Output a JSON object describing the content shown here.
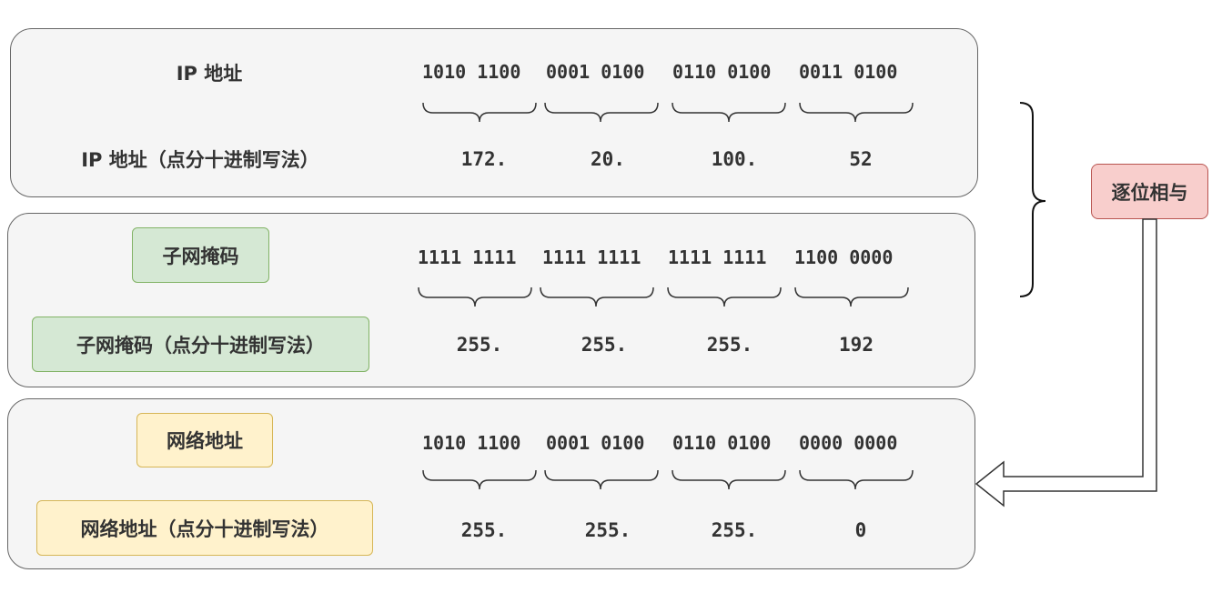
{
  "rows": [
    {
      "label": "IP 地址",
      "decimal_label": "IP 地址（点分十进制写法）",
      "bits": [
        "1010 1100",
        "0001 0100",
        "0110 0100",
        "0011 0100"
      ],
      "decimals": [
        "172.",
        "20.",
        "100.",
        "52"
      ]
    },
    {
      "label": "子网掩码",
      "decimal_label": "子网掩码（点分十进制写法）",
      "bits": [
        "1111 1111",
        "1111 1111",
        "1111 1111",
        "1100 0000"
      ],
      "decimals": [
        "255.",
        "255.",
        "255.",
        "192"
      ]
    },
    {
      "label": "网络地址",
      "decimal_label": "网络地址（点分十进制写法）",
      "bits": [
        "1010 1100",
        "0001 0100",
        "0110 0100",
        "0000 0000"
      ],
      "decimals": [
        "255.",
        "255.",
        "255.",
        "0"
      ]
    }
  ],
  "operation_label": "逐位相与",
  "colors": {
    "panel_fill": "#f5f5f5",
    "green_fill": "#d5e8d4",
    "yellow_fill": "#fff2cc",
    "red_fill": "#f8cecc"
  }
}
